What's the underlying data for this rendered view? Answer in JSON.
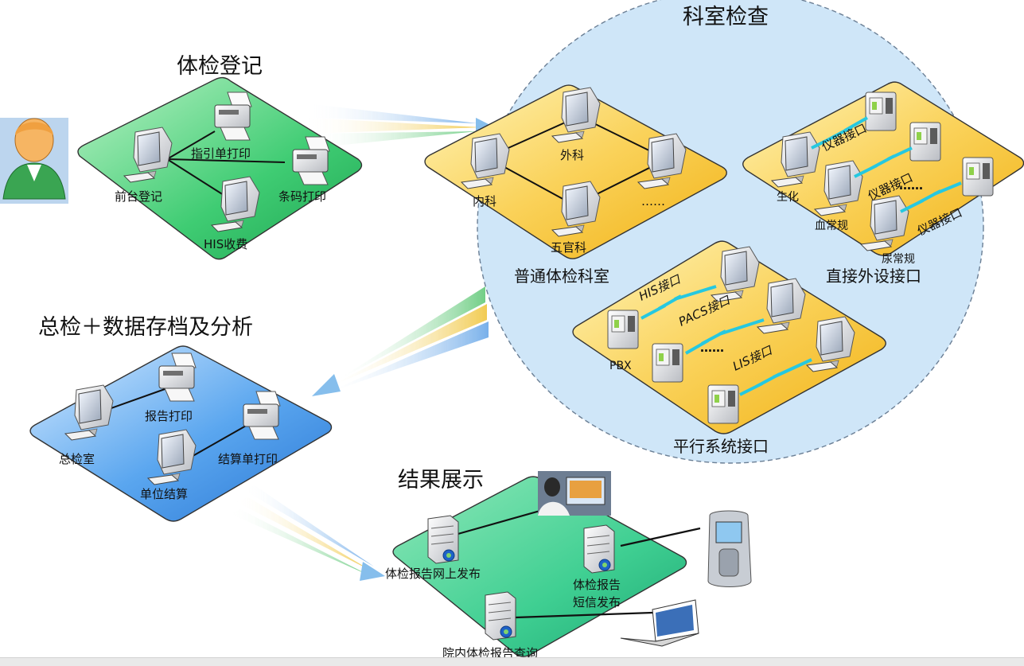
{
  "titles": {
    "registration": "体检登记",
    "dept_check": "科室检查",
    "summary": "总检＋数据存档及分析",
    "results": "结果展示"
  },
  "registration": {
    "guide_print": "指引单打印",
    "front_desk": "前台登记",
    "barcode_print": "条码打印",
    "his_fee": "HIS收费"
  },
  "general_dept": {
    "surgery": "外科",
    "internal": "内科",
    "ent": "五官科",
    "more": "……",
    "caption": "普通体检科室"
  },
  "device_interface": {
    "biochem": "生化",
    "blood": "血常规",
    "urine": "尿常规",
    "iface": "仪器接口",
    "dots": "……",
    "caption": "直接外设接口"
  },
  "parallel": {
    "his": "HIS接口",
    "pacs": "PACS接口",
    "lis": "LIS接口",
    "pbx": "PBX",
    "dots": "……",
    "caption": "平行系统接口"
  },
  "summary_lan": {
    "report_print": "报告打印",
    "general_room": "总检室",
    "settle_print": "结算单打印",
    "unit_settle": "单位结算"
  },
  "results": {
    "web_publish": "体检报告网上发布",
    "sms_1": "体检报告",
    "sms_2": "短信发布",
    "inhouse_query": "院内体检报告查询"
  },
  "colors": {
    "green": "#35c46b",
    "yellow": "#f7c530",
    "blue": "#3d8fe0",
    "teal": "#36c38f",
    "circle": "#cfe6f8"
  }
}
